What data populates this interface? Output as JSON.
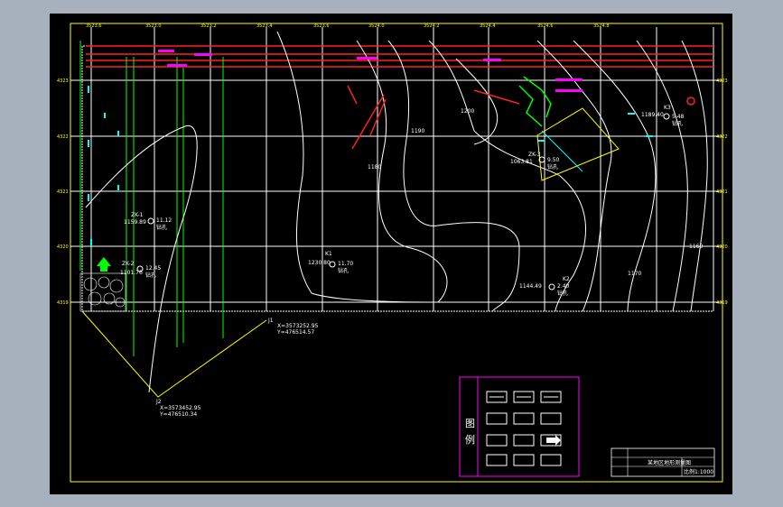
{
  "drawing": {
    "coord_labels_top": [
      "3523.6",
      "3523.0",
      "3523.2",
      "3523.4",
      "3523.6",
      "3524.0",
      "3524.2",
      "3524.4",
      "3524.6",
      "3524.8"
    ],
    "coord_labels_left": [
      "4323",
      "4322",
      "4321",
      "4320",
      "4319"
    ],
    "point_labels": [
      {
        "id": "ZK-1",
        "elev": "1159.89",
        "depth": "11.12",
        "note": "钻孔"
      },
      {
        "id": "ZK-3",
        "elev": "1063.81",
        "depth": "9.50",
        "note": "钻孔"
      },
      {
        "id": "ZK-2",
        "elev": "1101.76",
        "depth": "12.45",
        "note": "钻孔"
      },
      {
        "id": "K1",
        "elev": "1230.80",
        "depth": "11.70",
        "note": "钻孔"
      },
      {
        "id": "K2",
        "elev": "1144.49",
        "depth": "2.40",
        "note": "钻孔"
      },
      {
        "id": "K3",
        "elev": "1189.40",
        "depth": "5.48",
        "note": "钻孔"
      }
    ],
    "corner_points": [
      {
        "id": "J1",
        "x": "X=3573252.95",
        "y": "Y=476514.57"
      },
      {
        "id": "J2",
        "x": "X=3573452.95",
        "y": "Y=476510.34"
      }
    ],
    "contour_labels": [
      "1200",
      "1190",
      "1180",
      "1170",
      "1160"
    ]
  },
  "legend": {
    "title_1": "图",
    "title_2": "例"
  },
  "title_block": {
    "drawing_title": "某地区地形测量图",
    "scale_label": "比例",
    "scale_value": "1:1000"
  },
  "colors": {
    "frame": "#ffff00",
    "grid": "#ffffff",
    "road": "#ff2020",
    "fence": "#00ff00",
    "legend_border": "#ff00ff",
    "annotation": "#ff00ff",
    "water": "#00ffff"
  }
}
